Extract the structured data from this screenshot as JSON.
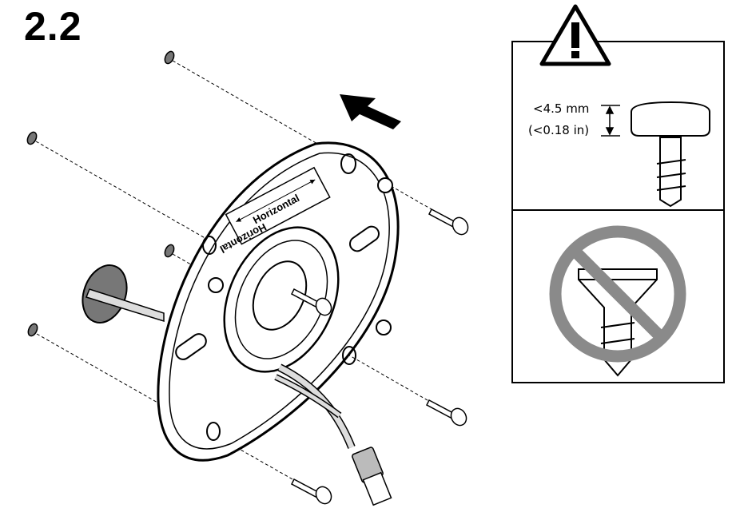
{
  "step_number": "2.2",
  "plate": {
    "label_top": "Horizontal",
    "label_bottom": "Horizontal"
  },
  "screw_spec": {
    "max_head_height_mm": "<4.5 mm",
    "max_head_height_in": "(<0.18 in)"
  },
  "icons": {
    "warning": "warning-triangle-icon",
    "direction": "arrow-up-left-icon",
    "prohibited": "prohibited-icon"
  },
  "colors": {
    "outline": "#000000",
    "prohibited_sign": "#8a8a8a",
    "hole_fill": "#777777",
    "cable": "#d9d9d9"
  }
}
